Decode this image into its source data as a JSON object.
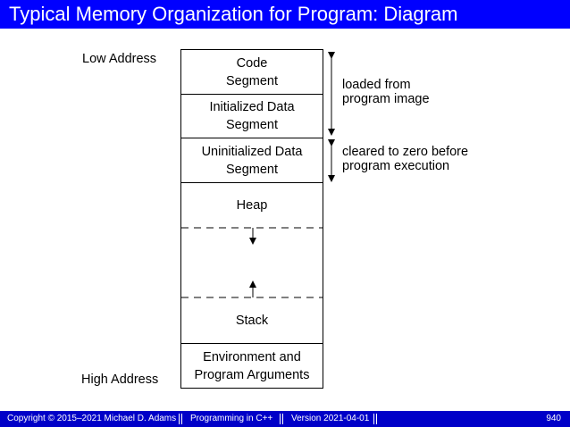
{
  "header": {
    "title": "Typical Memory Organization for Program: Diagram"
  },
  "address": {
    "low": "Low Address",
    "high": "High Address"
  },
  "segments": [
    {
      "label": "Code\nSegment"
    },
    {
      "label": "Initialized Data\nSegment"
    },
    {
      "label": "Uninitialized Data\nSegment"
    },
    {
      "label": "Heap"
    },
    {
      "label": "Stack"
    },
    {
      "label": "Environment and\nProgram Arguments"
    }
  ],
  "annotations": {
    "loaded": "loaded from\nprogram image",
    "cleared": "cleared to zero before\nprogram execution"
  },
  "footer": {
    "copyright": "Copyright © 2015–2021 Michael D. Adams",
    "course": "Programming in C++",
    "version": "Version 2021-04-01",
    "page": "940"
  },
  "colors": {
    "title_bar": "#0000ff",
    "footer_bar": "#0000c8"
  }
}
